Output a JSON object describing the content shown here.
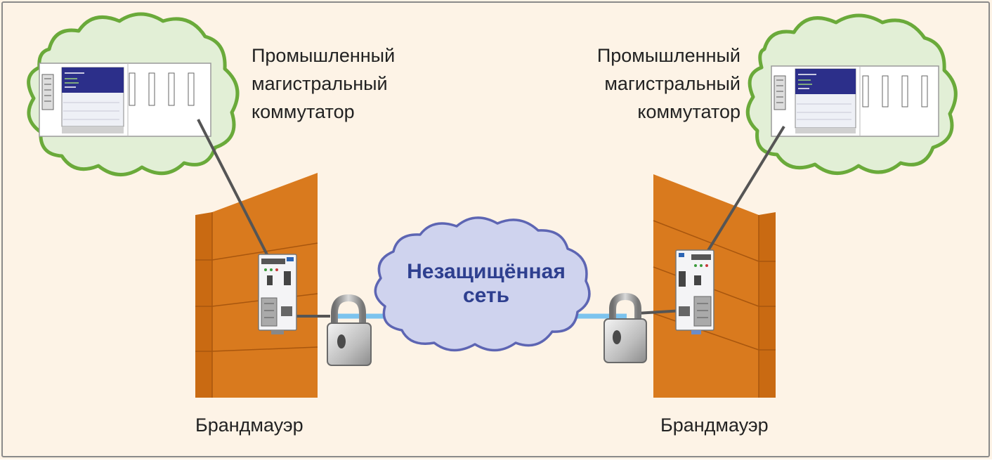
{
  "diagram": {
    "left": {
      "switch_label_lines": [
        "Промышленный",
        "магистральный",
        "коммутатор"
      ],
      "firewall_label": "Брандмауэр"
    },
    "right": {
      "switch_label_lines": [
        "Промышленный",
        "магистральный",
        "коммутатор"
      ],
      "firewall_label": "Брандмауэр"
    },
    "network_label_lines": [
      "Незащищённая",
      "сеть"
    ]
  },
  "colors": {
    "background": "#fdf3e6",
    "frame": "#8a8a8a",
    "cloud_fill": "#e2efd6",
    "cloud_stroke": "#6aaa3a",
    "net_cloud_fill": "#cfd3ee",
    "net_cloud_stroke": "#5d65b3",
    "wall": "#d97a1e",
    "wall_side": "#c96a12",
    "brick_line": "#a8560e",
    "link_blue": "#7cc3ee",
    "cable": "#555555",
    "panel_screen": "#2c2f8a"
  }
}
